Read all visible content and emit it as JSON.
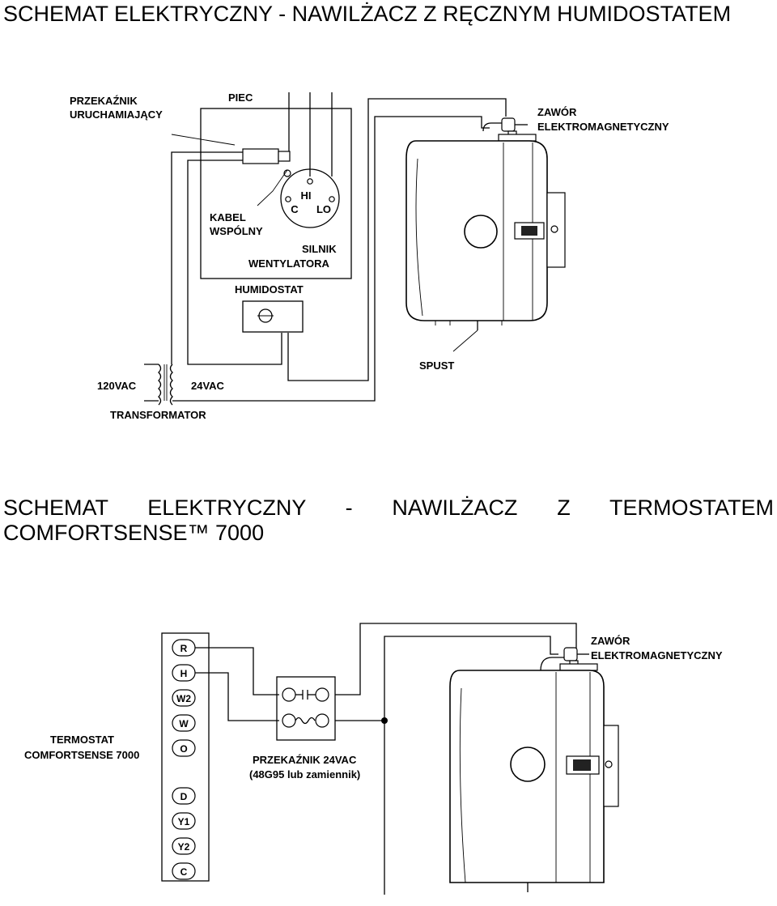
{
  "sections": [
    {
      "title": "SCHEMAT ELEKTRYCZNY - NAWILŻACZ Z RĘCZNYM HUMIDOSTATEM",
      "labels": {
        "relay": [
          "PRZEKAŹNIK",
          "URUCHAMIAJĄCY"
        ],
        "furnace": "PIEC",
        "valve": [
          "ZAWÓR",
          "ELEKTROMAGNETYCZNY"
        ],
        "common_wire": [
          "KABEL",
          "WSPÓLNY"
        ],
        "motor": [
          "SILNIK",
          "WENTYLATORA"
        ],
        "humidistat": "HUMIDOSTAT",
        "drain": "SPUST",
        "v120": "120VAC",
        "v24": "24VAC",
        "transformer": "TRANSFORMATOR",
        "motor_terminals": [
          "HI",
          "C",
          "LO"
        ]
      }
    },
    {
      "title": "SCHEMAT ELEKTRYCZNY - NAWILŻACZ Z TERMOSTATEM COMFORTSENSE™ 7000",
      "labels": {
        "valve": [
          "ZAWÓR",
          "ELEKTROMAGNETYCZNY"
        ],
        "thermostat": [
          "TERMOSTAT",
          "COMFORTSENSE 7000"
        ],
        "relay": [
          "PRZEKAŹNIK 24VAC",
          "(48G95 lub zamiennik)"
        ],
        "terminals": [
          "R",
          "H",
          "W2",
          "W",
          "O",
          "D",
          "Y1",
          "Y2",
          "C"
        ]
      }
    }
  ]
}
